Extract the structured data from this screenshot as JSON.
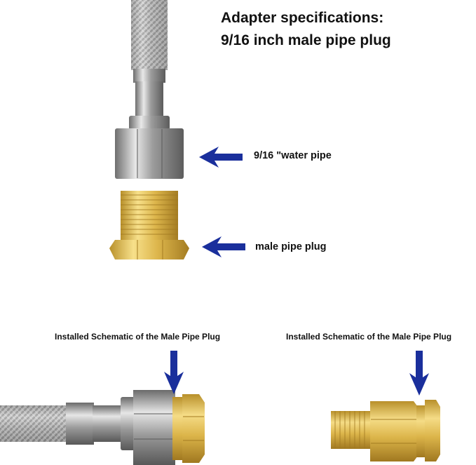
{
  "header": {
    "line1": "Adapter specifications:",
    "line2": "9/16 inch male pipe plug"
  },
  "labels": {
    "water_pipe": "9/16 \"water pipe",
    "male_plug": "male pipe plug"
  },
  "captions": {
    "left": "Installed Schematic of the Male Pipe Plug",
    "right": "Installed Schematic of the Male Pipe Plug"
  },
  "colors": {
    "arrow": "#1a2f9c",
    "brass": "#e2bf55",
    "steel": "#9a9a9a"
  },
  "icons": [
    "arrow-left-icon",
    "arrow-down-icon"
  ]
}
